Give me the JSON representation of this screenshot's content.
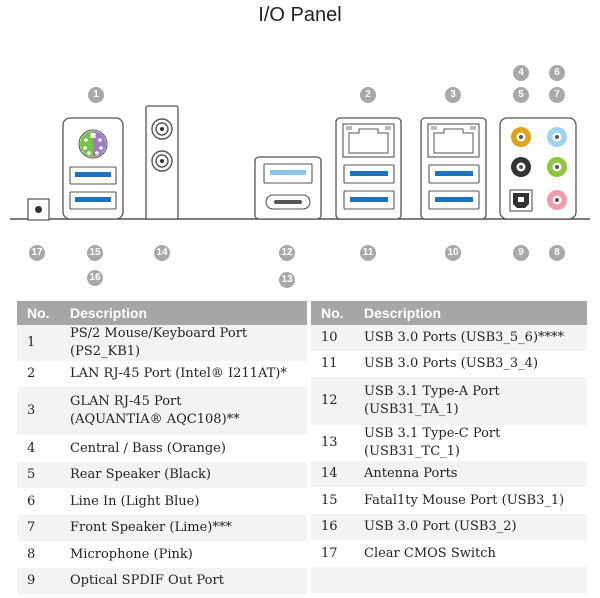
{
  "title": "I/O Panel",
  "callouts": [
    "1",
    "2",
    "3",
    "4",
    "5",
    "6",
    "7",
    "8",
    "9",
    "10",
    "11",
    "12",
    "13",
    "14",
    "15",
    "16",
    "17"
  ],
  "table": {
    "headers": {
      "no": "No.",
      "description": "Description"
    },
    "left": [
      {
        "no": "1",
        "desc": "PS/2 Mouse/Keyboard Port (PS2_KB1)"
      },
      {
        "no": "2",
        "desc": "LAN RJ-45 Port (Intel® I211AT)*"
      },
      {
        "no": "3",
        "desc": "GLAN RJ-45 Port (AQUANTIA® AQC108)**"
      },
      {
        "no": "4",
        "desc": "Central / Bass (Orange)"
      },
      {
        "no": "5",
        "desc": "Rear Speaker (Black)"
      },
      {
        "no": "6",
        "desc": "Line In (Light Blue)"
      },
      {
        "no": "7",
        "desc": "Front Speaker (Lime)***"
      },
      {
        "no": "8",
        "desc": "Microphone (Pink)"
      },
      {
        "no": "9",
        "desc": "Optical SPDIF Out Port"
      }
    ],
    "right": [
      {
        "no": "10",
        "desc": "USB 3.0 Ports (USB3_5_6)****"
      },
      {
        "no": "11",
        "desc": "USB 3.0 Ports (USB3_3_4)"
      },
      {
        "no": "12",
        "desc": "USB 3.1 Type-A Port (USB31_TA_1)"
      },
      {
        "no": "13",
        "desc": "USB 3.1 Type-C Port (USB31_TC_1)"
      },
      {
        "no": "14",
        "desc": "Antenna Ports"
      },
      {
        "no": "15",
        "desc": "Fatal1ty Mouse Port (USB3_1)"
      },
      {
        "no": "16",
        "desc": "USB 3.0 Port (USB3_2)"
      },
      {
        "no": "17",
        "desc": "Clear CMOS Switch"
      },
      {
        "no": "",
        "desc": ""
      }
    ]
  },
  "colors": {
    "header_bg": "#a6a6a6",
    "row_alt": "#f3f3f3",
    "usb_blue": "#1e73be",
    "typea_blue": "#8fc3ea",
    "jack_orange": "#e0a31c",
    "jack_black": "#333333",
    "jack_lightblue": "#9fd3ee",
    "jack_lime": "#8ec63f",
    "jack_pink": "#f29aaa",
    "ps2_green": "#79c34a",
    "ps2_purple": "#9f7cc3"
  }
}
